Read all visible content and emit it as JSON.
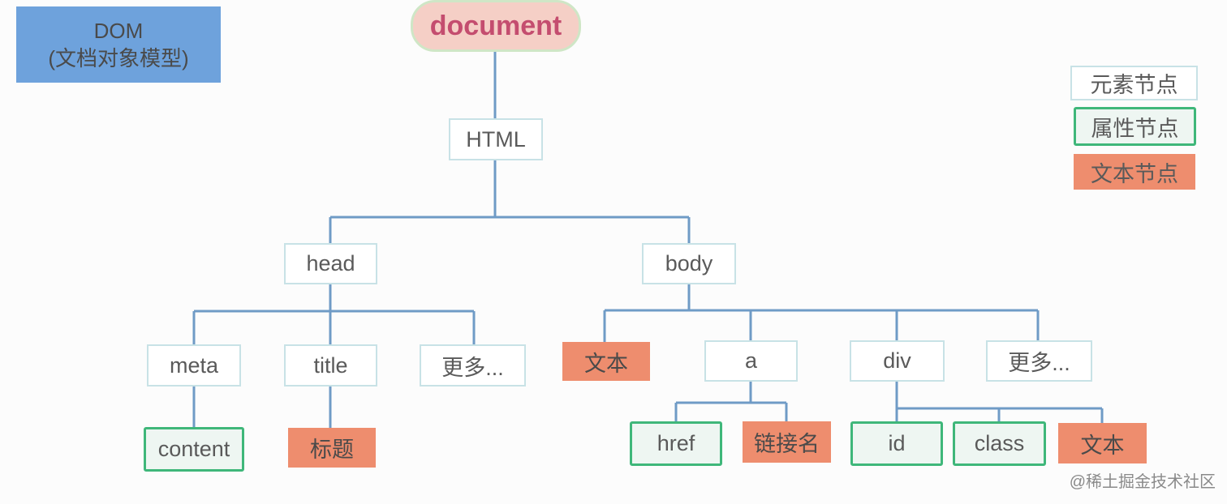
{
  "diagram": {
    "label": {
      "line1": "DOM",
      "line2": "(文档对象模型)"
    },
    "nodes": {
      "document": "document",
      "html": "HTML",
      "head": "head",
      "body": "body",
      "meta": "meta",
      "title": "title",
      "head_more": "更多...",
      "body_text": "文本",
      "a": "a",
      "div": "div",
      "body_more": "更多...",
      "content": "content",
      "title_text": "标题",
      "href": "href",
      "link_name": "链接名",
      "id": "id",
      "class": "class",
      "div_text": "文本"
    },
    "legend": {
      "element": "元素节点",
      "attribute": "属性节点",
      "text": "文本节点"
    },
    "watermark": "@稀土掘金技术社区",
    "colors": {
      "line": "#6f9bc6",
      "element_border": "#c8e2e6",
      "attribute_border": "#3fb77a",
      "text_fill": "#ee8d6e",
      "document_fill": "#f5cfc6",
      "document_text": "#c44d6f",
      "dom_label_fill": "#6ea2dc"
    }
  }
}
